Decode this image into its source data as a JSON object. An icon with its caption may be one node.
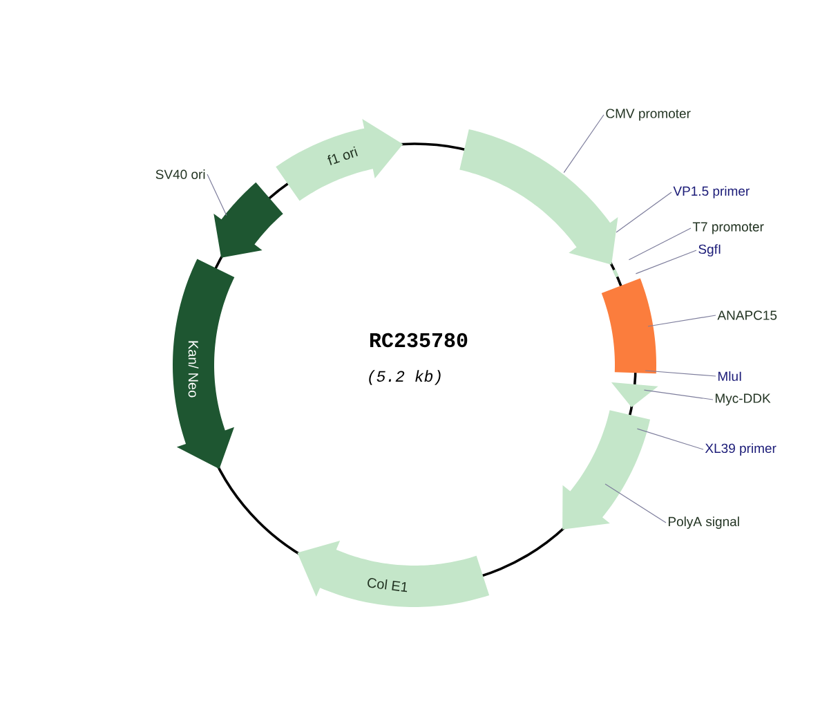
{
  "diagram": {
    "nodes": [
      {
        "text": [
          "CMV promoter"
        ]
      },
      {
        "text": [],
        "shape": "arrow"
      },
      {
        "text": [
          "VP1.5 primer"
        ]
      },
      {
        "text": [
          "T7 promoter"
        ]
      },
      {
        "text": [],
        "shape": "bar"
      },
      {
        "text": [
          "SgfI"
        ]
      },
      {
        "text": [
          "ANAPC15"
        ]
      },
      {
        "text": [],
        "shape": "box"
      },
      {
        "text": [
          "MluI"
        ]
      },
      {
        "text": [
          "Myc-DDK"
        ]
      },
      {
        "text": [],
        "shape": "arrow"
      },
      {
        "text": [
          "XL39 primer"
        ]
      },
      {
        "text": [],
        "shape": "arrow"
      },
      {
        "text": [
          "PolyA signal"
        ]
      },
      {
        "text": [
          "Col E1"
        ]
      },
      {
        "text": [
          "Kan/ Neo"
        ]
      },
      {
        "text": [],
        "shape": "arrow"
      },
      {
        "text": [
          "SV40 ori"
        ]
      },
      {
        "text": [
          "f1 ori"
        ]
      }
    ],
    "edges": [
      {
        "from": 0,
        "to": 1,
        "arrow": "none"
      },
      {
        "from": 2,
        "to": 1,
        "arrow": "none"
      },
      {
        "from": 3,
        "to": 4,
        "arrow": "none"
      },
      {
        "from": 5,
        "to": 7,
        "arrow": "none"
      },
      {
        "from": 6,
        "to": 7,
        "arrow": "none"
      },
      {
        "from": 8,
        "to": 7,
        "arrow": "none"
      },
      {
        "from": 9,
        "to": 10,
        "arrow": "none"
      },
      {
        "from": 11,
        "to": 12,
        "arrow": "none"
      },
      {
        "from": 13,
        "to": 12,
        "arrow": "none"
      },
      {
        "from": 17,
        "to": 16,
        "arrow": "none"
      }
    ],
    "labels": [
      "RC235780",
      "(5.2 kb)"
    ]
  }
}
